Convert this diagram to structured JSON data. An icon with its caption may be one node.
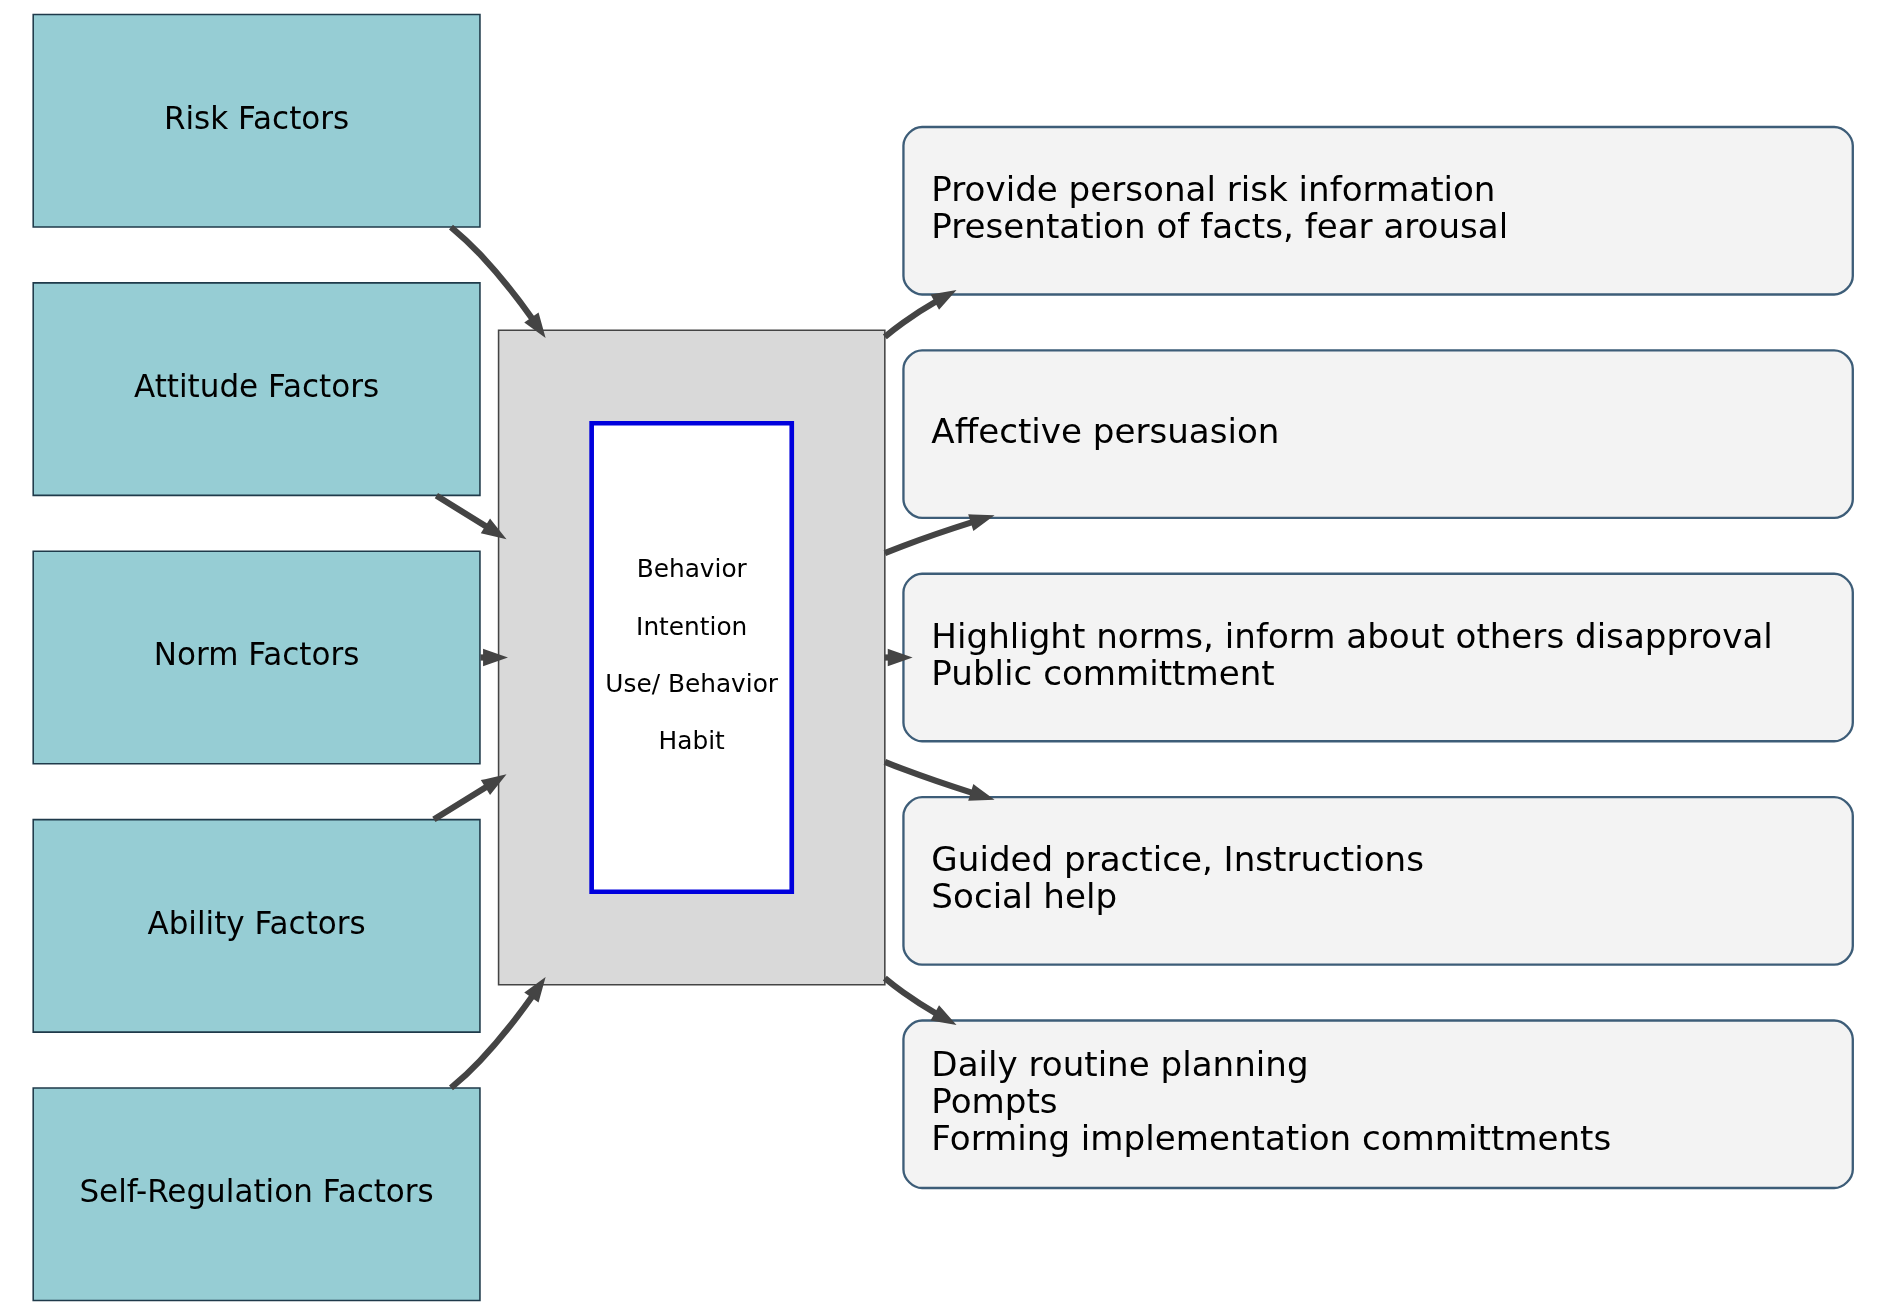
{
  "diagram": {
    "nodes": [
      {
        "text": [
          "Risk Factors"
        ]
      },
      {
        "text": [
          "Attitude Factors"
        ]
      },
      {
        "text": [
          "Norm Factors"
        ]
      },
      {
        "text": [
          "Ability Factors"
        ]
      },
      {
        "text": [
          "Self-Regulation Factors"
        ]
      },
      {
        "text": [],
        "shape": "bar"
      },
      {
        "text": [
          "Behavior",
          "Intention",
          "Use/ Behavior",
          "Habit"
        ],
        "in": 5
      },
      {
        "text": [
          "Provide personal risk information",
          "Presentation of facts, fear arousal"
        ]
      },
      {
        "text": [
          "Affective persuasion"
        ]
      },
      {
        "text": [
          "Highlight norms, inform about others disapproval",
          "Public committment"
        ]
      },
      {
        "text": [
          "Guided practice, Instructions",
          "Social help"
        ]
      },
      {
        "text": [
          "Daily routine planning",
          "Pompts",
          "Forming implementation committments"
        ]
      }
    ],
    "edges": [
      {
        "from": 0,
        "to": 5,
        "arrow": "to"
      },
      {
        "from": 1,
        "to": 5,
        "arrow": "to"
      },
      {
        "from": 2,
        "to": 5,
        "arrow": "to"
      },
      {
        "from": 3,
        "to": 5,
        "arrow": "to"
      },
      {
        "from": 4,
        "to": 5,
        "arrow": "to"
      },
      {
        "from": 5,
        "to": 7,
        "arrow": "to"
      },
      {
        "from": 5,
        "to": 8,
        "arrow": "to"
      },
      {
        "from": 5,
        "to": 9,
        "arrow": "to"
      },
      {
        "from": 5,
        "to": 10,
        "arrow": "to"
      },
      {
        "from": 5,
        "to": 11,
        "arrow": "to"
      }
    ]
  }
}
